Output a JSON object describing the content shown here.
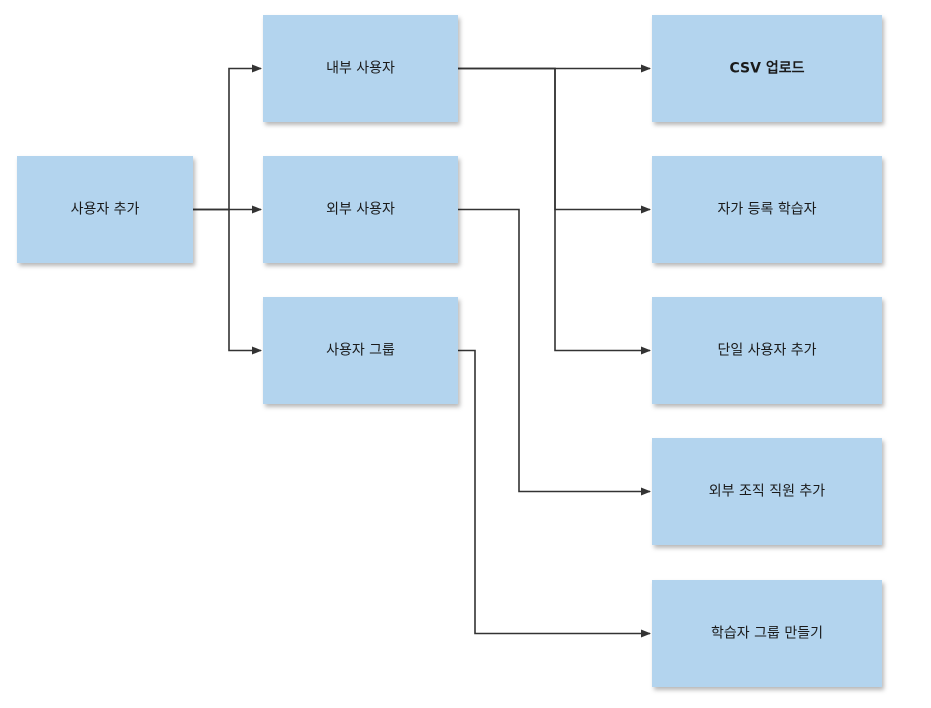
{
  "colors": {
    "node_fill": "#b3d4ee",
    "connector": "#333333",
    "background": "#ffffff"
  },
  "nodes": [
    {
      "id": "add-users",
      "label": "사용자 추가"
    },
    {
      "id": "internal-users",
      "label": "내부 사용자"
    },
    {
      "id": "external-users",
      "label": "외부 사용자"
    },
    {
      "id": "user-groups",
      "label": "사용자 그룹"
    },
    {
      "id": "csv-upload",
      "label": "CSV 업로드",
      "bold": true
    },
    {
      "id": "self-registered",
      "label": "자가 등록 학습자"
    },
    {
      "id": "add-single-user",
      "label": "단일 사용자 추가"
    },
    {
      "id": "add-external-org-staff",
      "label": "외부 조직 직원 추가"
    },
    {
      "id": "create-learner-group",
      "label": "학습자 그룹 만들기"
    }
  ],
  "edges": [
    {
      "from": "add-users",
      "to": "internal-users"
    },
    {
      "from": "add-users",
      "to": "external-users"
    },
    {
      "from": "add-users",
      "to": "user-groups"
    },
    {
      "from": "internal-users",
      "to": "csv-upload"
    },
    {
      "from": "internal-users",
      "to": "self-registered"
    },
    {
      "from": "internal-users",
      "to": "add-single-user"
    },
    {
      "from": "external-users",
      "to": "add-external-org-staff"
    },
    {
      "from": "user-groups",
      "to": "create-learner-group"
    }
  ]
}
